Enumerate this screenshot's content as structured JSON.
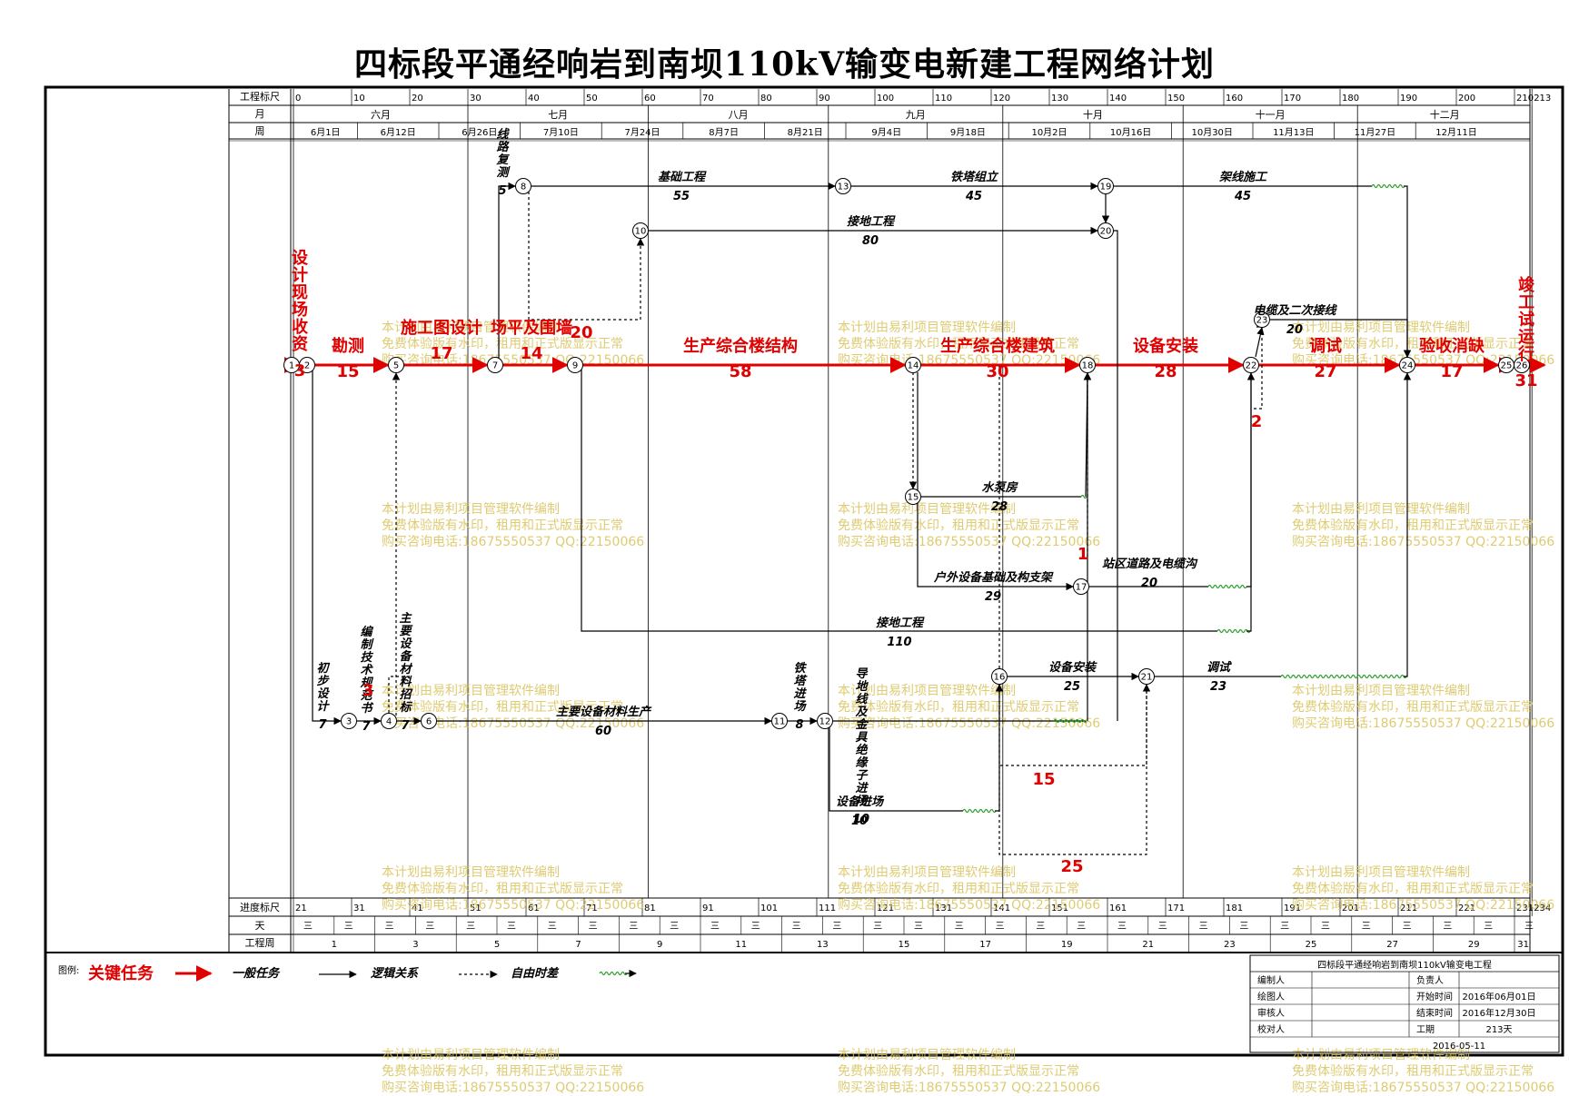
{
  "title": "四标段平通经响岩到南坝110kV输变电新建工程网络计划",
  "colors": {
    "critical": "#e00000",
    "normal": "#000000",
    "float": "#2ca02c",
    "watermark": "#d9c35a"
  },
  "header": {
    "row_labels": [
      "工程标尺",
      "月",
      "周"
    ],
    "scale_ticks": [
      "0",
      "10",
      "20",
      "30",
      "40",
      "50",
      "60",
      "70",
      "80",
      "90",
      "100",
      "110",
      "120",
      "130",
      "140",
      "150",
      "160",
      "170",
      "180",
      "190",
      "200",
      "210",
      "213"
    ],
    "months": [
      "六月",
      "七月",
      "八月",
      "九月",
      "十月",
      "十一月",
      "十二月"
    ],
    "weeks": [
      "6月1日",
      "6月12日",
      "6月26日",
      "7月10日",
      "7月24日",
      "8月7日",
      "8月21日",
      "9月4日",
      "9月18日",
      "10月2日",
      "10月16日",
      "10月30日",
      "11月13日",
      "11月27日",
      "12月11日"
    ]
  },
  "footer": {
    "row_labels": [
      "进度标尺",
      "天",
      "工程周"
    ],
    "progress_ticks": [
      "21",
      "31",
      "41",
      "51",
      "61",
      "71",
      "81",
      "91",
      "101",
      "111",
      "121",
      "131",
      "141",
      "151",
      "161",
      "171",
      "181",
      "191",
      "201",
      "211",
      "221",
      "231",
      "234"
    ],
    "day_mark": "三",
    "work_weeks": [
      "1",
      "3",
      "5",
      "7",
      "9",
      "11",
      "13",
      "15",
      "17",
      "19",
      "21",
      "23",
      "25",
      "27",
      "29",
      "31"
    ]
  },
  "nodes": [
    "1",
    "2",
    "3",
    "4",
    "5",
    "6",
    "7",
    "8",
    "9",
    "10",
    "11",
    "12",
    "13",
    "14",
    "15",
    "16",
    "17",
    "18",
    "19",
    "20",
    "21",
    "22",
    "23",
    "24",
    "25",
    "26"
  ],
  "tasks": {
    "critical": [
      {
        "name": "设计现场收资",
        "dur": "3"
      },
      {
        "name": "勘测",
        "dur": "15"
      },
      {
        "name": "施工图设计",
        "dur": "17"
      },
      {
        "name": "场平及围墙",
        "dur": "14"
      },
      {
        "name": "生产综合楼结构",
        "dur": "58"
      },
      {
        "name": "生产综合楼建筑",
        "dur": "30"
      },
      {
        "name": "设备安装",
        "dur": "28"
      },
      {
        "name": "调试",
        "dur": "27"
      },
      {
        "name": "验收消缺",
        "dur": "17"
      },
      {
        "name": "竣工试运行",
        "dur": "31"
      }
    ],
    "normal": [
      {
        "name": "线路复测",
        "dur": "5"
      },
      {
        "name": "基础工程",
        "dur": "55"
      },
      {
        "name": "铁塔组立",
        "dur": "45"
      },
      {
        "name": "架线施工",
        "dur": "45"
      },
      {
        "name": "接地工程",
        "dur": "80"
      },
      {
        "name": "电缆及二次接线",
        "dur": "20"
      },
      {
        "name": "水泵房",
        "dur": "28"
      },
      {
        "name": "户外设备基础及构支架",
        "dur": "29"
      },
      {
        "name": "站区道路及电缆沟",
        "dur": "20"
      },
      {
        "name": "接地工程",
        "dur": "110"
      },
      {
        "name": "设备安装",
        "dur": "25"
      },
      {
        "name": "调试",
        "dur": "23"
      },
      {
        "name": "导地线及金具绝缘子进场",
        "dur": "10"
      },
      {
        "name": "初步设计",
        "dur": "7"
      },
      {
        "name": "编制技术规范书",
        "dur": "7"
      },
      {
        "name": "主要设备材料招标",
        "dur": "7"
      },
      {
        "name": "主要设备材料生产",
        "dur": "60"
      },
      {
        "name": "铁塔进场",
        "dur": "8"
      },
      {
        "name": "设备进场",
        "dur": "10"
      }
    ],
    "float_labels": [
      "20",
      "1",
      "2",
      "15",
      "25",
      "3"
    ]
  },
  "watermark": [
    "本计划由易利项目管理软件编制",
    "免费体验版有水印，租用和正式版显示正常",
    "购买咨询电话:18675550537 QQ:22150066"
  ],
  "legend": {
    "title": "图例:",
    "critical": "关键任务",
    "normal": "一般任务",
    "logic": "逻辑关系",
    "free_float": "自由时差"
  },
  "info_block": {
    "project": "四标段平通经响岩到南坝110kV输变电工程",
    "rows": [
      {
        "label": "编制人",
        "key2": "负责人",
        "val2": ""
      },
      {
        "label": "绘图人",
        "key2": "开始时间",
        "val2": "2016年06月01日"
      },
      {
        "label": "审核人",
        "key2": "结束时间",
        "val2": "2016年12月30日"
      },
      {
        "label": "校对人",
        "key2": "工期",
        "val2": "213天"
      }
    ],
    "date": "2016-05-11"
  }
}
